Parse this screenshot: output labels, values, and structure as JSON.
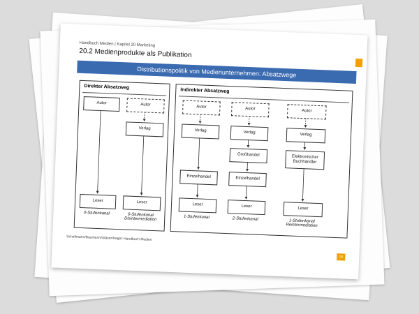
{
  "breadcrumb": "Handbuch Medien | Kapitel 20 Marketing",
  "title": "20.2 Medienprodukte als Publikation",
  "banner": "Distributionspolitik von Medienunternehmen: Absatzwege",
  "panel_direct": {
    "title": "Direkter Absatzweg",
    "col1": {
      "autor": "Autor",
      "leser": "Leser",
      "caption": "0-Stufenkanal"
    },
    "col2": {
      "autor": "Autor",
      "verlag": "Verlag",
      "leser": "Leser",
      "caption_line1": "0-Stufenkanal",
      "caption_line2": "Disintermediation"
    }
  },
  "panel_indirect": {
    "title": "Indirekter Absatzweg",
    "col1": {
      "autor": "Autor",
      "verlag": "Verlag",
      "einzelhandel": "Einzelhandel",
      "leser": "Leser",
      "caption": "1-Stufenkanal"
    },
    "col2": {
      "autor": "Autor",
      "verlag": "Verlag",
      "grosshandel": "Großhandel",
      "einzelhandel": "Einzelhandel",
      "leser": "Leser",
      "caption": "2-Stufenkanal"
    },
    "col3": {
      "autor": "Autor",
      "verlag": "Verlag",
      "elektronisch_line1": "Elektronischer",
      "elektronisch_line2": "Buchhändler",
      "leser": "Leser",
      "caption_line1": "1-Stufenkanal",
      "caption_line2": "Reintermediation"
    }
  },
  "footer": "Schellmann/Baumann/Gläser/Kegel: Handbuch Medien",
  "page_number": "15",
  "colors": {
    "banner": "#3a6ab0",
    "accent": "#f0a000"
  }
}
